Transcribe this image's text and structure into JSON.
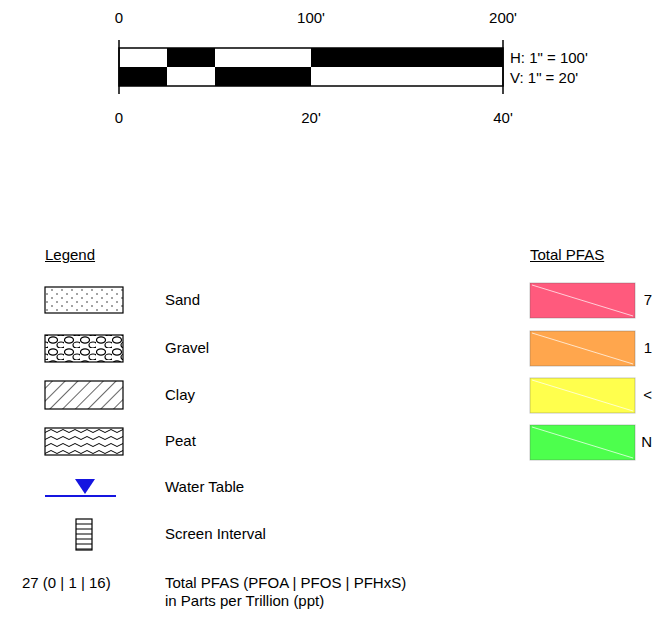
{
  "diagram": {
    "labels": [
      "0",
      "100'",
      "200'",
      "H: 1\" = 100'",
      "V: 1\" = 20'",
      "0",
      "20'",
      "40'",
      "Legend",
      "Total PFAS",
      "27 (0 | 1 | 16)"
    ],
    "legend": [
      {
        "text": "Sand"
      },
      {
        "text": "Gravel"
      },
      {
        "text": "Clay"
      },
      {
        "text": "Peat"
      },
      {
        "text": "Water Table"
      },
      {
        "text": "Screen Interval"
      },
      {
        "text": "Total PFAS (PFOA | PFOS | PFHxS) in Parts per Trillion (ppt)"
      },
      {
        "text": "7",
        "color": "#ff5a7d"
      },
      {
        "text": "1",
        "color": "#ffa64d"
      },
      {
        "text": "<",
        "color": "#ffff4d"
      },
      {
        "text": "N",
        "color": "#4dff4d"
      }
    ]
  }
}
